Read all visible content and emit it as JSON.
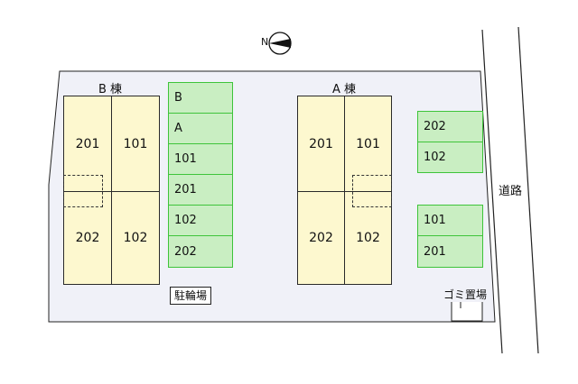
{
  "compass": {
    "north_label": "N"
  },
  "buildings": {
    "b": {
      "label": "B 棟",
      "units": {
        "tl": "201",
        "tr": "101",
        "bl": "202",
        "br": "102"
      }
    },
    "a": {
      "label": "A 棟",
      "units": {
        "tl": "201",
        "tr": "101",
        "bl": "202",
        "br": "102"
      }
    }
  },
  "parking_center": [
    "B",
    "A",
    "101",
    "201",
    "102",
    "202"
  ],
  "parking_right_top": [
    "202",
    "102"
  ],
  "parking_right_bottom": [
    "101",
    "201"
  ],
  "labels": {
    "bicycle": "駐輪場",
    "garbage": "ゴミ置場",
    "road": "道路"
  },
  "colors": {
    "unit_fill": "#fdf8cf",
    "parking_fill": "#c9eec2",
    "parking_border": "#3ec43a",
    "site_fill": "#f0f1f8"
  }
}
